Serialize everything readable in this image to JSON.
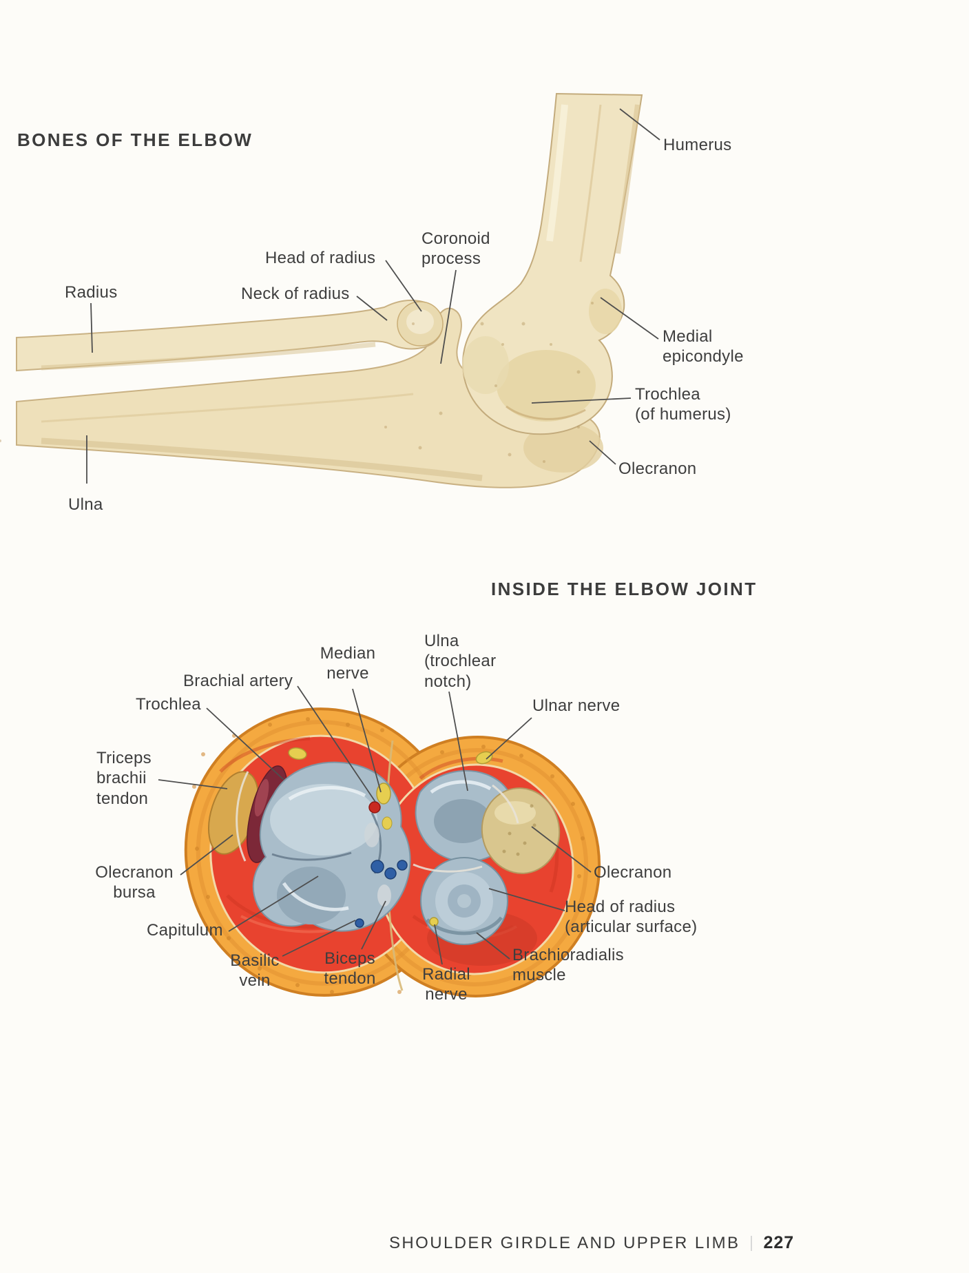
{
  "page": {
    "footer": "SHOULDER GIRDLE AND UPPER LIMB",
    "page_number": "227"
  },
  "bones": {
    "title": "BONES OF THE ELBOW",
    "labels": {
      "humerus": "Humerus",
      "coronoid_process": "Coronoid\nprocess",
      "head_of_radius": "Head of radius",
      "neck_of_radius": "Neck of radius",
      "radius": "Radius",
      "medial_epicondyle": "Medial\nepicondyle",
      "trochlea_of_humerus": "Trochlea\n(of humerus)",
      "olecranon": "Olecranon",
      "ulna": "Ulna"
    }
  },
  "joint": {
    "title": "INSIDE THE ELBOW JOINT",
    "labels": {
      "median_nerve": "Median\nnerve",
      "ulna_trochlear_notch": "Ulna\n(trochlear\nnotch)",
      "brachial_artery": "Brachial artery",
      "trochlea": "Trochlea",
      "ulnar_nerve": "Ulnar nerve",
      "triceps_brachii_tendon": "Triceps\nbrachii\ntendon",
      "olecranon_bursa": "Olecranon\nbursa",
      "capitulum": "Capitulum",
      "basilic_vein": "Basilic\nvein",
      "biceps_tendon": "Biceps\ntendon",
      "radial_nerve": "Radial\nnerve",
      "olecranon": "Olecranon",
      "head_of_radius_articular": "Head of radius\n(articular surface)",
      "brachioradialis_muscle": "Brachioradialis\nmuscle"
    }
  },
  "colors": {
    "bone_fill": "#f0e4c2",
    "bone_fill_dark": "#eee0ba",
    "bone_shadow": "#d9c493",
    "bone_outline": "#c3ab7c",
    "fat_orange": "#f4a940",
    "fat_outline": "#cf7f22",
    "muscle_red": "#e8432f",
    "cartilage_blue": "#a9bdca",
    "cartilage_highlight": "#c9d8e1",
    "olecranon_tan": "#d9c68e",
    "tendon_tan": "#d8a84e",
    "maroon": "#7c2838",
    "nerve_yellow": "#e6ce50",
    "vein_blue": "#2f5fa5",
    "artery_red": "#c92a20",
    "leader_line": "#4e4e4e",
    "label_text": "#3e3e3e"
  }
}
